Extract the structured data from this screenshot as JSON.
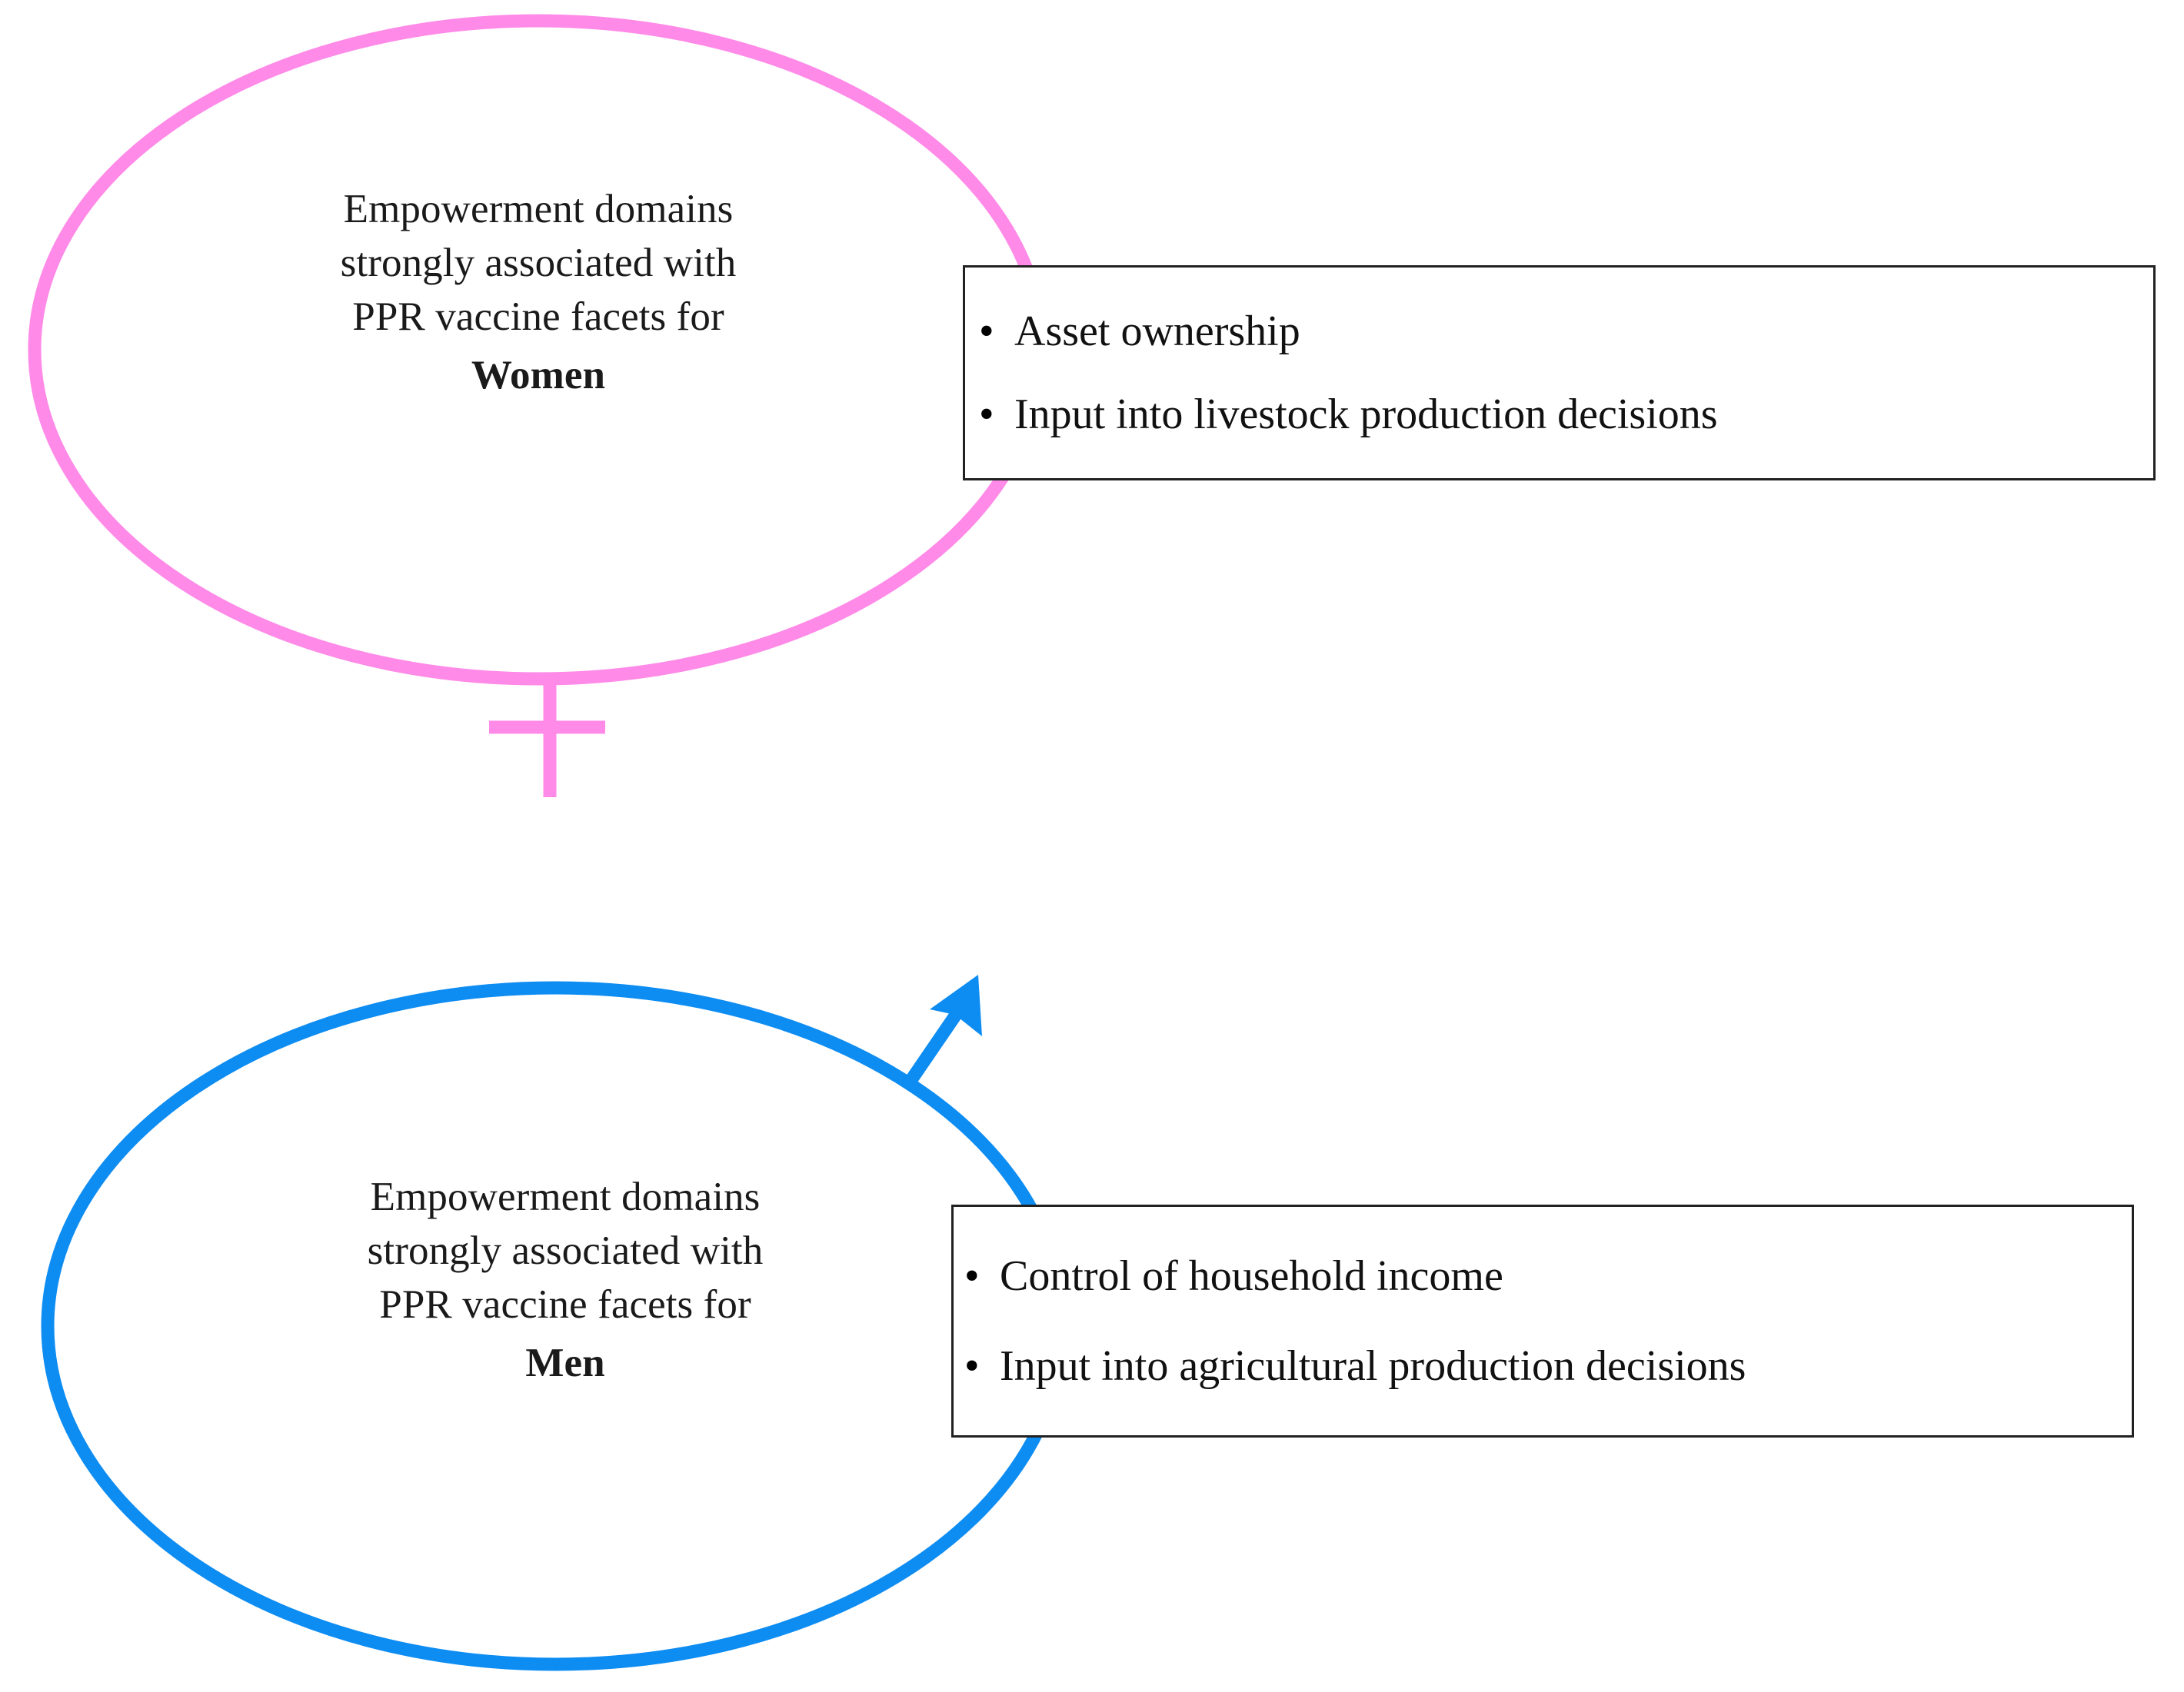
{
  "figure": {
    "type": "concept-diagram",
    "background_color": "#ffffff",
    "groups": [
      {
        "id": "women",
        "symbol": "female-gender-symbol",
        "accent_color": "#ff8ae8",
        "caption_lines": [
          "Empowerment domains",
          "strongly associated with",
          "PPR vaccine facets for"
        ],
        "caption_emphasis": "Women",
        "bullets": [
          "Asset ownership",
          "Input into livestock production decisions"
        ]
      },
      {
        "id": "men",
        "symbol": "male-gender-symbol",
        "accent_color": "#0d8cf2",
        "caption_lines": [
          "Empowerment domains",
          "strongly associated with",
          "PPR vaccine facets for"
        ],
        "caption_emphasis": "Men",
        "bullets": [
          "Control of household income",
          "Input into agricultural production decisions"
        ]
      }
    ]
  },
  "women": {
    "caption": {
      "line1": "Empowerment domains",
      "line2": "strongly associated with",
      "line3": "PPR vaccine facets for",
      "emphasis": "Women"
    },
    "bullets": [
      "Asset ownership",
      "Input into livestock production decisions"
    ],
    "bullet_glyph": "•",
    "accent_color": "#ff8ae8"
  },
  "men": {
    "caption": {
      "line1": "Empowerment domains",
      "line2": "strongly associated with",
      "line3": "PPR vaccine facets for",
      "emphasis": "Men"
    },
    "bullets": [
      "Control of household income",
      "Input into agricultural production decisions"
    ],
    "bullet_glyph": "•",
    "accent_color": "#0d8cf2"
  },
  "colors": {
    "pink": "#ff8ae8",
    "blue": "#0d8cf2",
    "box_border": "#212121",
    "text": "#111111",
    "background": "#ffffff"
  }
}
